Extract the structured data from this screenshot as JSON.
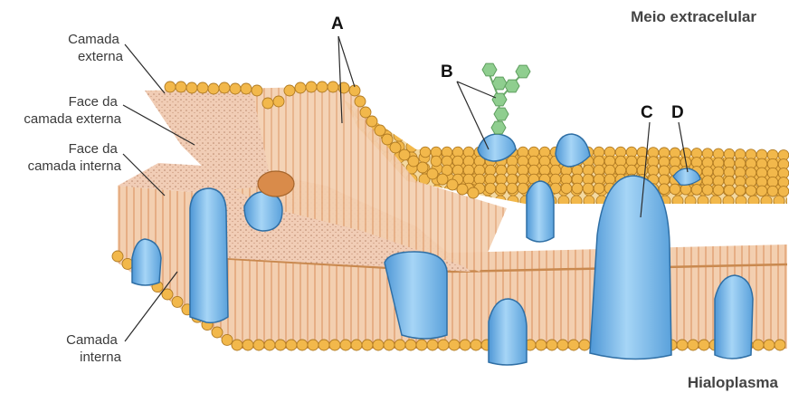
{
  "labels": {
    "camada_externa": [
      "Camada",
      "externa"
    ],
    "face_externa": [
      "Face da",
      "camada externa"
    ],
    "face_interna": [
      "Face da",
      "camada interna"
    ],
    "camada_interna": [
      "Camada",
      "interna"
    ],
    "meio_extracelular": "Meio extracelular",
    "hialoplasma": "Hialoplasma",
    "letter_a": "A",
    "letter_b": "B",
    "letter_c": "C",
    "letter_d": "D"
  },
  "colors": {
    "phospholipid_head": "#f2b84b",
    "head_outline": "#b07a22",
    "tail": "#e8a877",
    "inner_face": "#efc3a6",
    "protein": "#6fb2e6",
    "protein_outline": "#2f6fa5",
    "glycan": "#8fce8f"
  }
}
